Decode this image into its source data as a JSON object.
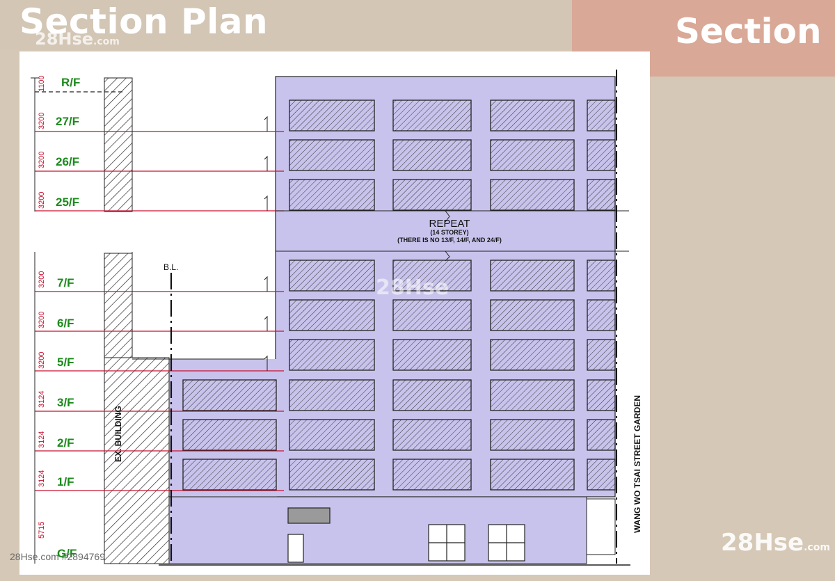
{
  "title": "Section Plan",
  "tab_label": "Section",
  "floors": [
    {
      "label": "R/F",
      "height": "1100"
    },
    {
      "label": "27/F",
      "height": "3200"
    },
    {
      "label": "26/F",
      "height": "3200"
    },
    {
      "label": "25/F",
      "height": "3200"
    },
    {
      "label": "7/F",
      "height": "3200"
    },
    {
      "label": "6/F",
      "height": "3200"
    },
    {
      "label": "5/F",
      "height": "3200"
    },
    {
      "label": "3/F",
      "height": "3124"
    },
    {
      "label": "2/F",
      "height": "3124"
    },
    {
      "label": "1/F",
      "height": "3124"
    },
    {
      "label": "G/F",
      "height": "5715"
    }
  ],
  "repeat_note": {
    "title": "REPEAT",
    "line1": "(14 STOREY)",
    "line2": "(THERE IS NO 13/F, 14/F, AND 24/F)"
  },
  "bl_label": "B.L.",
  "ex_building_label": "EX. BUILDING",
  "street_label": "WANG WO TSAI STREET GARDEN",
  "watermarks": {
    "brand": "28Hse",
    "dotcom": ".com",
    "listing": "28Hse.com #2894769"
  },
  "colors": {
    "building_fill": "#c8c3ec",
    "floor_line": "#c8102e",
    "floor_label": "#1c8a1c"
  }
}
